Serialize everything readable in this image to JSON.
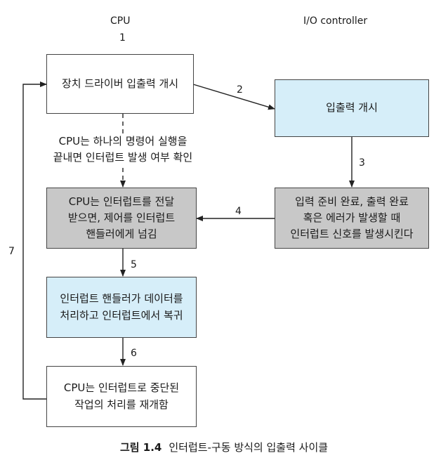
{
  "headers": {
    "cpu": "CPU",
    "io": "I/O controller"
  },
  "steps": {
    "s1": "1",
    "s2": "2",
    "s3": "3",
    "s4": "4",
    "s5": "5",
    "s6": "6",
    "s7": "7"
  },
  "boxes": {
    "driver_start": "장치 드라이버 입출력 개시",
    "io_start": "입출력 개시",
    "io_signal": "입력 준비 완료, 출력 완료\n혹은 에러가 발생할 때\n인터럽트 신호를 발생시킨다",
    "cpu_transfer": "CPU는 인터럽트를 전달\n받으면, 제어를 인터럽트\n핸들러에게 넘김",
    "handler": "인터럽트 핸들러가 데이터를\n처리하고 인터럽트에서 복귀",
    "resume": "CPU는 인터럽트로 중단된\n작업의 처리를 재개함"
  },
  "note": "CPU는 하나의 명령어 실행을\n끝내면 인터럽트 발생 여부 확인",
  "caption": {
    "figure": "그림 1.4",
    "text": "인터럽트-구동 방식의 입출력 사이클"
  },
  "colors": {
    "blue": "#d6eef9",
    "gray": "#c8c8c8",
    "line": "#222222"
  }
}
